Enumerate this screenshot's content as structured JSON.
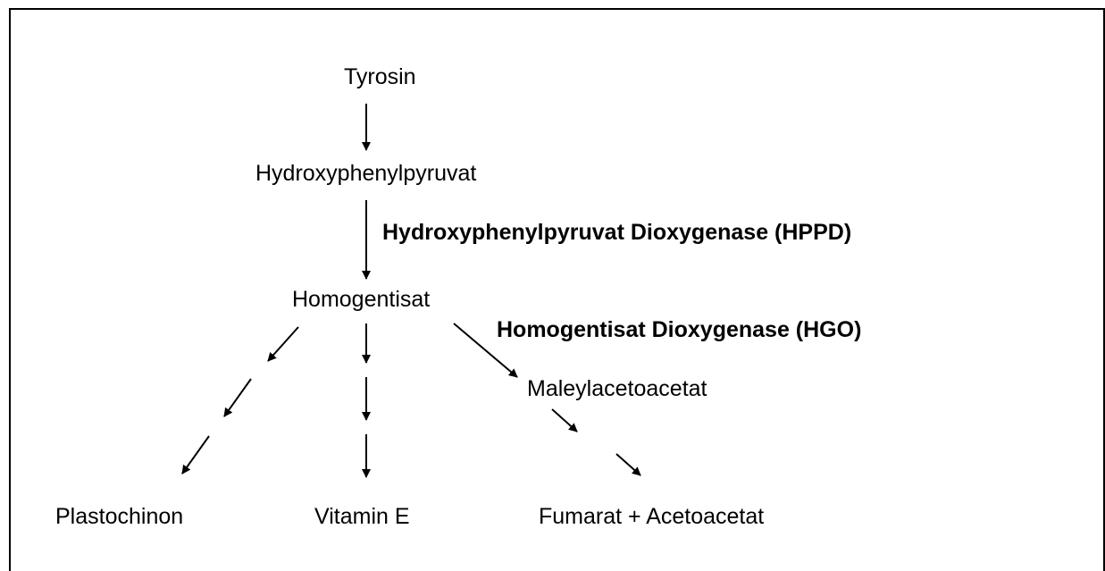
{
  "nodes": {
    "tyrosin": "Tyrosin",
    "hydroxyphenylpyruvat": "Hydroxyphenylpyruvat",
    "homogentisat": "Homogentisat",
    "maleylacetoacetat": "Maleylacetoacetat",
    "plastochinon": "Plastochinon",
    "vitamin_e": "Vitamin E",
    "fumarat_acetoacetat": "Fumarat + Acetoacetat"
  },
  "enzymes": {
    "hppd": "Hydroxyphenylpyruvat Dioxygenase (HPPD)",
    "hgo": "Homogentisat Dioxygenase (HGO)"
  },
  "colors": {
    "line": "#000000",
    "text": "#000000",
    "background": "#ffffff"
  }
}
